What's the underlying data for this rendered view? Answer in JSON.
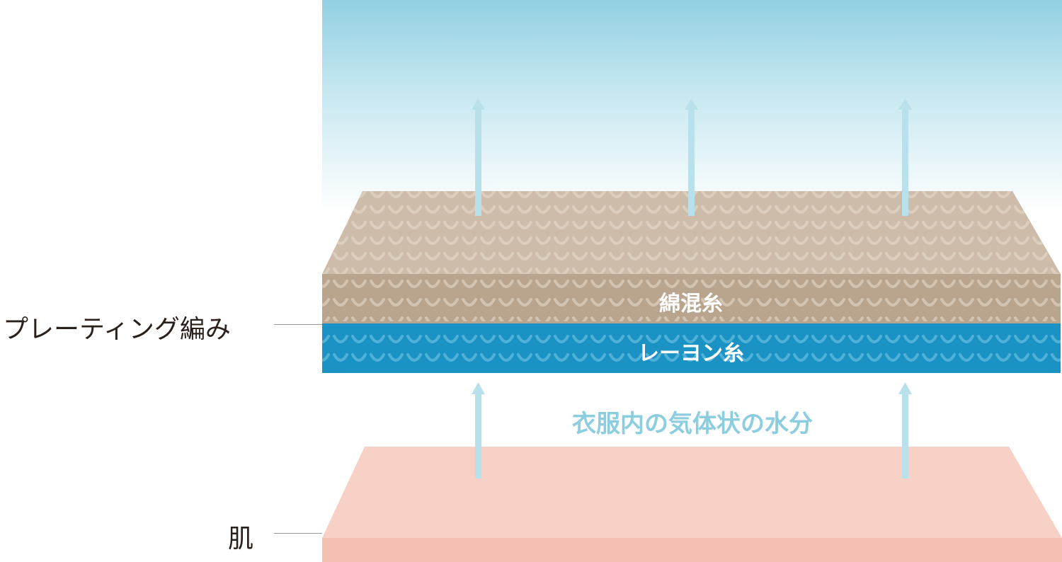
{
  "labels": {
    "plating": "プレーティング編み",
    "skin": "肌",
    "cotton_layer": "綿混糸",
    "rayon_layer": "レーヨン糸",
    "moisture": "衣服内の気体状の水分"
  },
  "colors": {
    "sky_top": "#92d0e2",
    "cotton_top": "#cdbca9",
    "cotton_front": "#b9a58e",
    "rayon": "#1a92c4",
    "skin_top": "#f7d1c6",
    "skin_front": "#f5c1b5",
    "arrow": "#b8e1ec",
    "moisture_text": "#8ccde0"
  },
  "icons": {
    "flow_arrow": "up-arrow-icon"
  }
}
